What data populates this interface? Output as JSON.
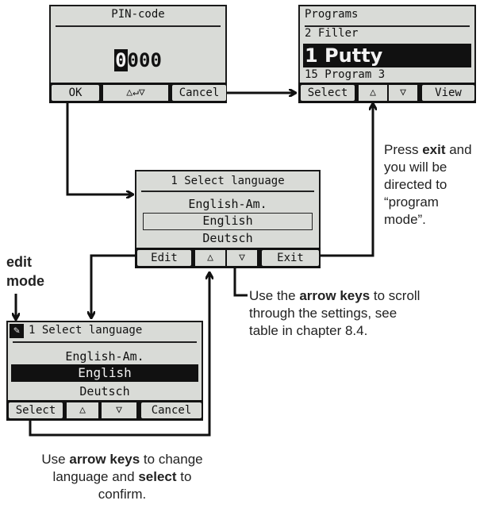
{
  "pin_screen": {
    "header": "PIN-code",
    "code": "0000",
    "code_first": "0",
    "code_rest": "000",
    "softkey_ok": "OK",
    "softkey_arrows": "△↵▽",
    "softkey_cancel": "Cancel"
  },
  "programs_screen": {
    "header": "Programs",
    "row1": "2 Filler",
    "row2": "1 Putty",
    "row3": "15 Program 3",
    "softkey_select": "Select",
    "softkey_up": "△",
    "softkey_down": "▽",
    "softkey_view": "View"
  },
  "language_screen": {
    "header": "1 Select language",
    "row1": "English-Am.",
    "row2": "English",
    "row3": "Deutsch",
    "softkey_edit": "Edit",
    "softkey_up": "△",
    "softkey_down": "▽",
    "softkey_exit": "Exit"
  },
  "edit_screen": {
    "header": "1 Select language",
    "row1": "English-Am.",
    "row2": "English",
    "row3": "Deutsch",
    "softkey_select": "Select",
    "softkey_up": "△",
    "softkey_down": "▽",
    "softkey_cancel": "Cancel",
    "edit_icon": "pencil-icon"
  },
  "labels": {
    "edit_mode": "edit\nmode",
    "exit_note_pre": "Press ",
    "exit_note_bold": "exit",
    "exit_note_post": " and you will be directed to “program mode”.",
    "arrow_note_pre": "Use the ",
    "arrow_note_bold": "arrow keys",
    "arrow_note_post": " to scroll through the settings, see table in chapter 8.4.",
    "bottom_note_pre": "Use ",
    "bottom_note_bold1": "arrow keys",
    "bottom_note_mid": " to change language and ",
    "bottom_note_bold2": "select",
    "bottom_note_post": " to confirm."
  }
}
